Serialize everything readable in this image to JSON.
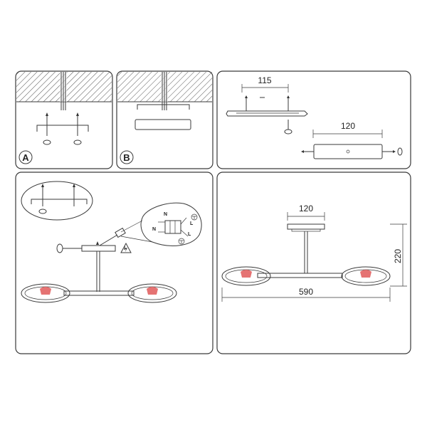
{
  "panels": {
    "a": {
      "badge": "A"
    },
    "b": {
      "badge": "B"
    },
    "bracket": {
      "dim_top": "115",
      "dim_plate": "120"
    },
    "wiring": {
      "wire_n1": "N",
      "wire_l1": "L",
      "wire_n2": "N",
      "wire_l2": "L"
    },
    "dimensions": {
      "canopy_width": "120",
      "height": "220",
      "total_width": "590"
    }
  },
  "colors": {
    "stroke": "#3a3a3a",
    "hatch": "#555555",
    "led": "#e05a5a"
  }
}
